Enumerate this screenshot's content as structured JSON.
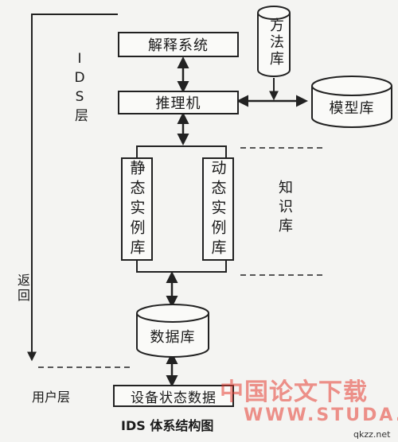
{
  "nodes": {
    "explain_system": "解释系统",
    "inference_engine": "推理机",
    "method_base": "方法库",
    "model_base": "模型库",
    "static_instance": "静态实例库",
    "dynamic_instance": "动态实例库",
    "database": "数据库",
    "device_status": "设备状态数据"
  },
  "layers": {
    "ids_layer": "IDS层",
    "knowledge_base": "知识库",
    "return": "返回",
    "user_layer": "用户层"
  },
  "caption": "IDS 体系结构图",
  "watermark": {
    "cn": "中国论文下载",
    "en": "WWW.STUDA.",
    "domain": "qkzz.net"
  },
  "colors": {
    "line": "#222222",
    "watermark": "#e63c32"
  }
}
